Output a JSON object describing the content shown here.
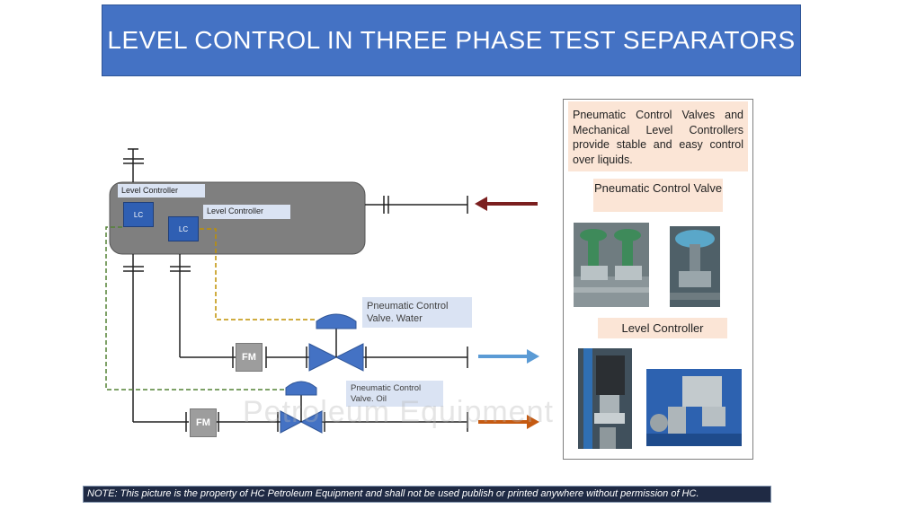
{
  "title": "LEVEL CONTROL IN THREE PHASE TEST SEPARATORS",
  "diagram": {
    "level_controller_label_1": "Level Controller",
    "level_controller_label_2": "Level Controller",
    "lc_1": "LC",
    "lc_2": "LC",
    "valve_water_label": "Pneumatic Control Valve. Water",
    "valve_oil_label": "Pneumatic Control Valve. Oil",
    "fm_1": "FM",
    "fm_2": "FM",
    "watermark": "Petroleum Equipment"
  },
  "side_panel": {
    "info_text": "Pneumatic Control Valves and Mechanical Level Controllers provide stable and easy control over liquids.",
    "valve_heading": "Pneumatic Control Valve",
    "controller_heading": "Level Controller"
  },
  "note": "NOTE: This picture is the property of HC Petroleum Equipment and shall not be used publish or printed anywhere without permission of HC.",
  "colors": {
    "banner": "#4472c4",
    "vessel": "#7f7f7f",
    "inlet_arrow": "#7b1f1f",
    "water_arrow": "#5b9bd5",
    "oil_arrow": "#c55a11",
    "signal_green": "#548235",
    "signal_gold": "#bf9000",
    "valve_blue": "#4472c4"
  }
}
